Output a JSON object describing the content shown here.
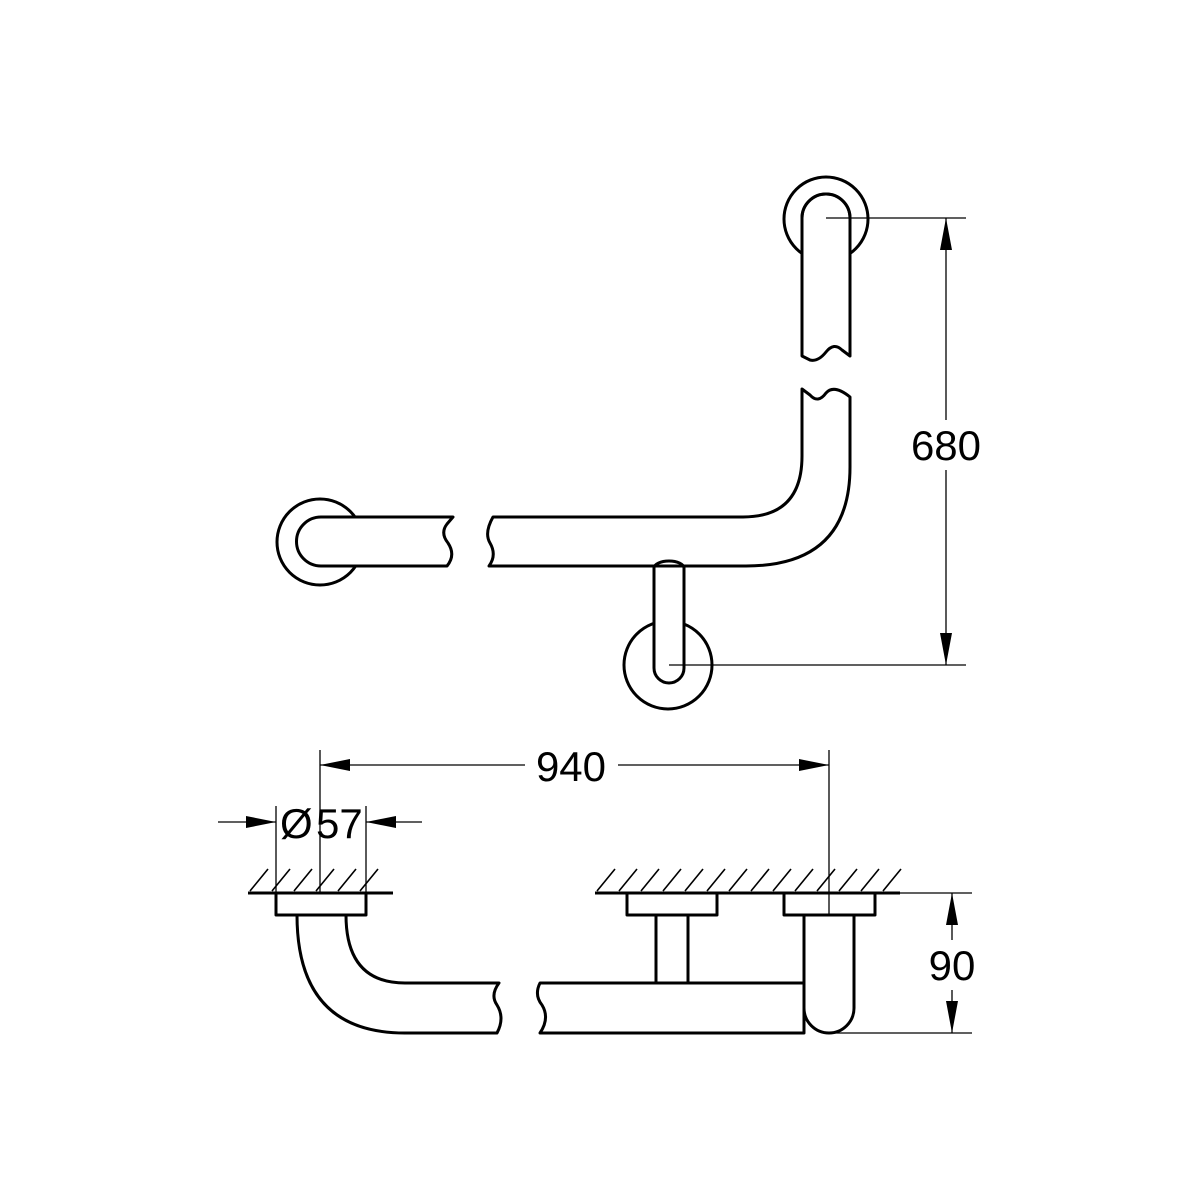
{
  "drawing": {
    "views": [
      "top-view",
      "front-view"
    ],
    "dimensions": {
      "height_label": "680",
      "width_label": "940",
      "diameter_symbol": "Ø",
      "diameter_label": "57",
      "depth_label": "90"
    },
    "colors": {
      "line": "#000000",
      "background": "#ffffff"
    }
  }
}
